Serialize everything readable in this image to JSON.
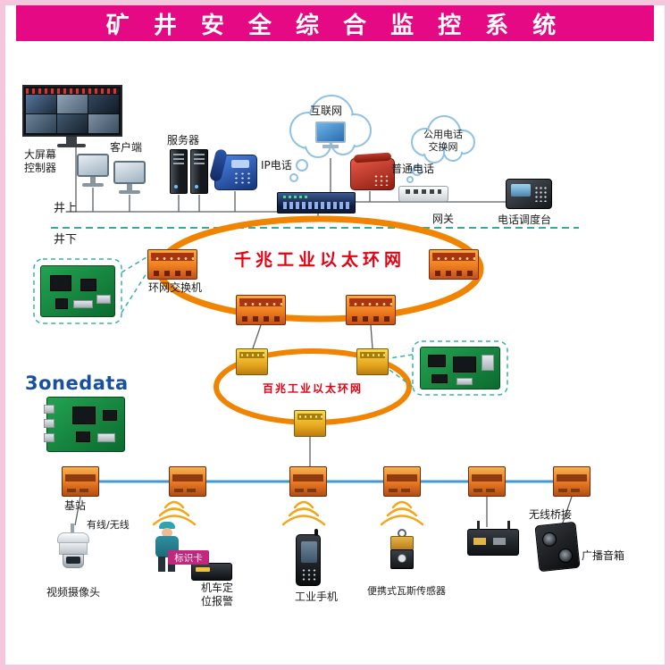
{
  "title": "矿 井 安 全 综 合 监 控 系 统",
  "zones": {
    "surface": "井上",
    "underground": "井下"
  },
  "surface": {
    "video_wall": "大屏幕控制器",
    "client": "客户端",
    "server": "服务器",
    "ip_phone": "IP电话",
    "internet": "互联网",
    "analog_phone": "普通电话",
    "pstn": "公用电话交换网",
    "gateway": "网关",
    "dispatch": "电话调度台"
  },
  "rings": {
    "gigabit": "千兆工业以太环网",
    "ring_switch": "环网交换机",
    "fast": "百兆工业以太环网"
  },
  "brand": "3onedata",
  "underground": {
    "base_station": "基站",
    "link": "有线/无线",
    "camera": "视频摄像头",
    "id_card": "标识卡",
    "loco_alarm": "机车定位报警",
    "phone": "工业手机",
    "gas_sensor": "便携式瓦斯传感器",
    "bridge": "无线桥接",
    "speaker": "广播音箱"
  },
  "colors": {
    "banner": "#e50a84",
    "ring_orange": "#f08300",
    "ring_text_red": "#e60012",
    "separator_teal": "#2fae9e",
    "bus_blue": "#3d9bd8",
    "brand_blue": "#17509e",
    "badge_magenta": "#c2267d"
  }
}
